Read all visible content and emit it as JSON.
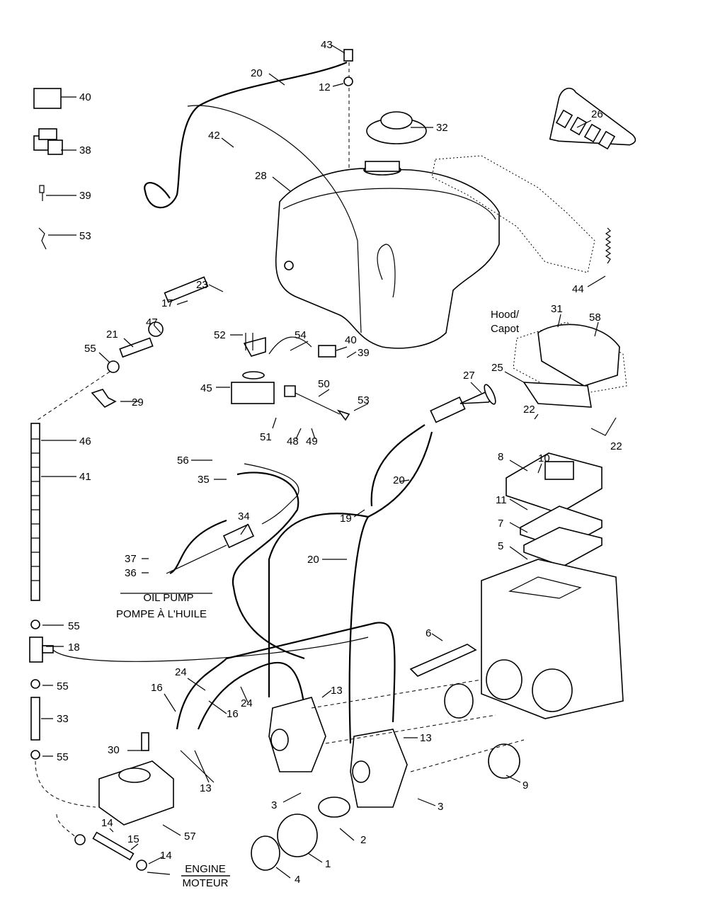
{
  "callouts": [
    "43",
    "20",
    "12",
    "40",
    "32",
    "26",
    "42",
    "38",
    "28",
    "39",
    "53",
    "23",
    "44",
    "17",
    "31",
    "58",
    "47",
    "52",
    "54",
    "40",
    "21",
    "39",
    "55",
    "25",
    "27",
    "50",
    "45",
    "29",
    "53",
    "22",
    "51",
    "48",
    "49",
    "22",
    "46",
    "10",
    "56",
    "8",
    "20",
    "35",
    "41",
    "11",
    "34",
    "19",
    "7",
    "20",
    "5",
    "37",
    "36",
    "",
    "55",
    "18",
    "6",
    "24",
    "16",
    "55",
    "24",
    "13",
    "33",
    "16",
    "13",
    "30",
    "55",
    "13",
    "3",
    "9",
    "3",
    "57",
    "14",
    "15",
    "2",
    "14",
    "1",
    "4"
  ],
  "notes": {
    "oil_pump": "OIL PUMP",
    "pompe": "POMPE À L'HUILE",
    "engine": "ENGINE",
    "moteur": "MOTEUR",
    "hood": "Hood/",
    "capot": "Capot"
  }
}
